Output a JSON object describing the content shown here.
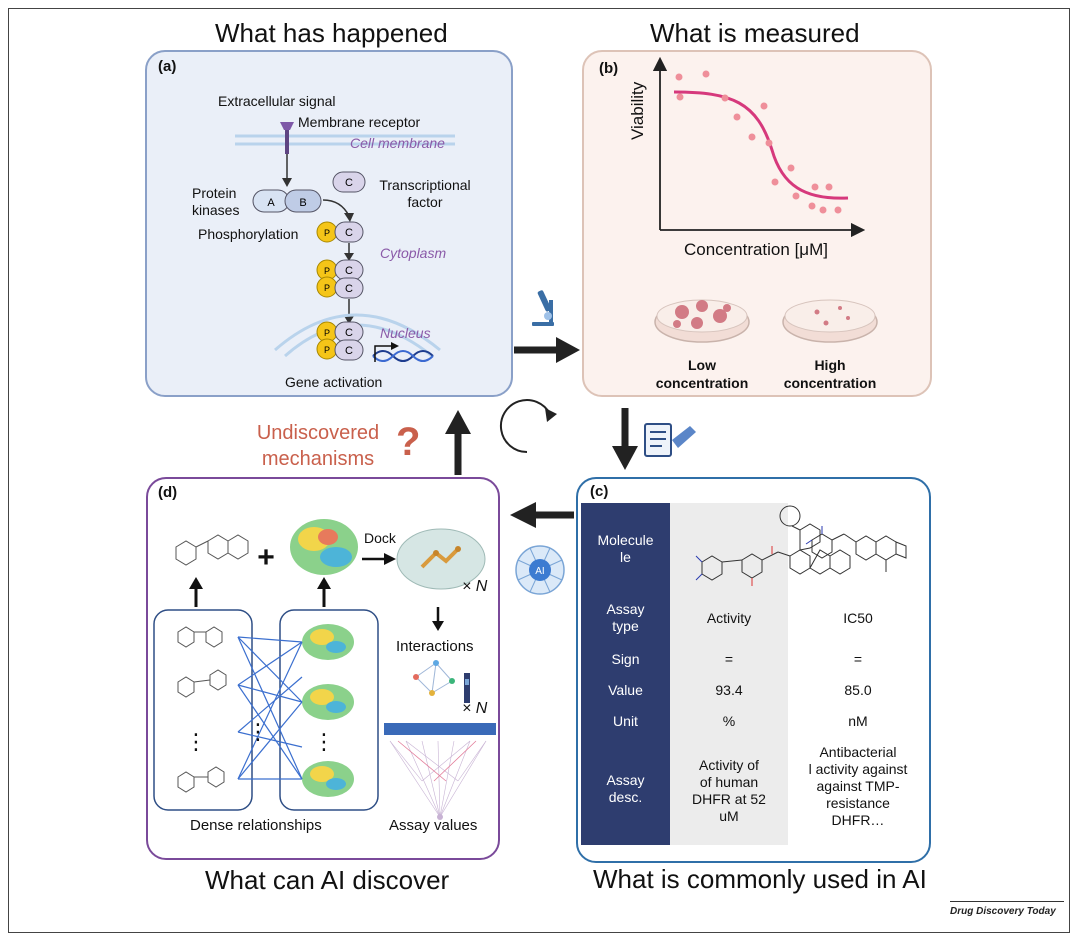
{
  "titles": {
    "top_left": "What has happened",
    "top_right": "What is measured",
    "bottom_left": "What can AI discover",
    "bottom_right": "What is commonly used in AI"
  },
  "panel_a": {
    "label": "(a)",
    "extracellular_signal": "Extracellular signal",
    "membrane_receptor": "Membrane receptor",
    "cell_membrane": "Cell membrane",
    "protein_kinases": [
      "Protein",
      "kinases"
    ],
    "kinase_a": "A",
    "kinase_b": "B",
    "tf_letter": "C",
    "transcriptional_factor": [
      "Transcriptional",
      "factor"
    ],
    "phosphorylation": "Phosphorylation",
    "p_letter": "P",
    "cytoplasm": "Cytoplasm",
    "nucleus": "Nucleus",
    "gene_activation": "Gene activation"
  },
  "panel_b": {
    "label": "(b)",
    "ylabel": "Viability",
    "xlabel": "Concentration [μM]",
    "low": [
      "Low",
      "concentration"
    ],
    "high": [
      "High",
      "concentration"
    ]
  },
  "panel_c": {
    "label": "(c)",
    "rows": [
      {
        "header": [
          "Molecule",
          "le"
        ],
        "col1": [],
        "col2": []
      },
      {
        "header": [
          "Assay",
          "type"
        ],
        "col1": [
          "Activity"
        ],
        "col2": [
          "IC50"
        ]
      },
      {
        "header": [
          "Sign"
        ],
        "col1": [
          "="
        ],
        "col2": [
          "="
        ]
      },
      {
        "header": [
          "Value"
        ],
        "col1": [
          "93.4"
        ],
        "col2": [
          "85.0"
        ]
      },
      {
        "header": [
          "Unit"
        ],
        "col1": [
          "%"
        ],
        "col2": [
          "nM"
        ]
      },
      {
        "header": [
          "Assay",
          "desc."
        ],
        "col1": [
          "Activity of",
          "of human",
          "DHFR at 52",
          "uM"
        ],
        "col2": [
          "Antibacterial",
          "l activity against",
          "against TMP-",
          "resistance",
          "DHFR…"
        ]
      }
    ]
  },
  "panel_d": {
    "label": "(d)",
    "dock": "Dock",
    "times_n": "× N",
    "interactions": "Interactions",
    "dense_relationships": "Dense relationships",
    "assay_values": "Assay values",
    "plus": "+",
    "dots": "⋮"
  },
  "center": {
    "undiscovered": [
      "Undiscovered",
      "mechanisms"
    ],
    "question": "?",
    "ai_chip": "AI"
  },
  "footer": {
    "brand": "Drug Discovery Today"
  },
  "colors": {
    "panel_a_bg": "#eaeff8",
    "panel_b_bg": "#fcf2ee",
    "table_header": "#2e3d6f",
    "curve": "#d6397c",
    "accent_red": "#c9604c"
  }
}
